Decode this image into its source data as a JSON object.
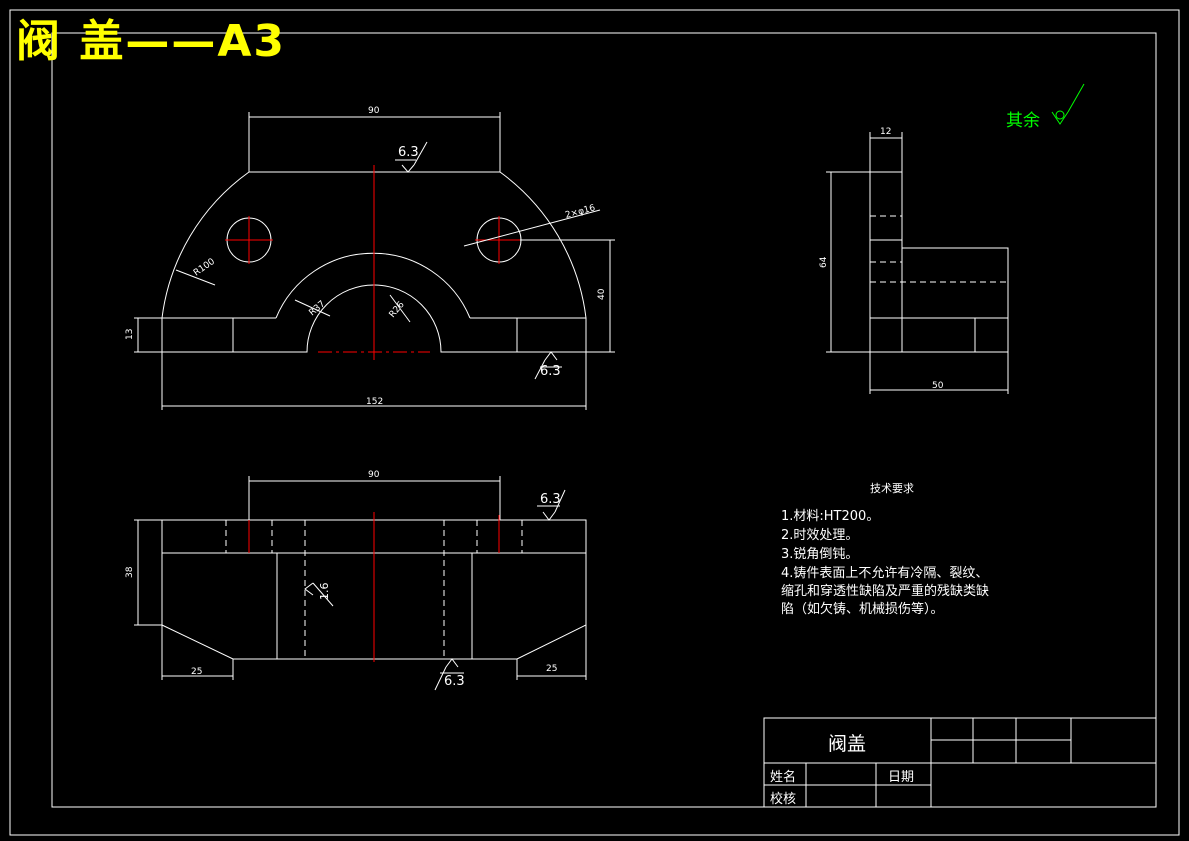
{
  "sheet": {
    "title": "阀 盖——A3",
    "roughness_note": "其余"
  },
  "dimensions": {
    "top_width": "90",
    "roughness_top": "6.3",
    "holes": "2×φ16",
    "radius_outer": "R100",
    "radius_arch": "R37",
    "radius_bore": "R26",
    "height_40": "40",
    "height_13": "13",
    "roughness_right": "6.3",
    "overall_width": "152",
    "front_top_width": "90",
    "roughness_front_top": "6.3",
    "height_38": "38",
    "bore_note": "1.6",
    "chamfer_left": "25",
    "chamfer_right": "25",
    "roughness_bottom": "6.3",
    "side_width_12": "12",
    "side_height_64": "64",
    "side_width_50": "50"
  },
  "tech_requirements": {
    "title": "技术要求",
    "items": [
      "1.材料:HT200。",
      "2.时效处理。",
      "3.锐角倒钝。",
      "4.铸件表面上不允许有冷隔、裂纹、",
      "缩孔和穿透性缺陷及严重的残缺类缺",
      "陷（如欠铸、机械损伤等）。"
    ]
  },
  "title_block": {
    "part_name": "阀盖",
    "name_label": "姓名",
    "date_label": "日期",
    "check_label": "校核"
  },
  "colors": {
    "outline": "#ffffff",
    "centerline": "#ff0000",
    "title": "#ffff00",
    "note": "#00ff00"
  }
}
